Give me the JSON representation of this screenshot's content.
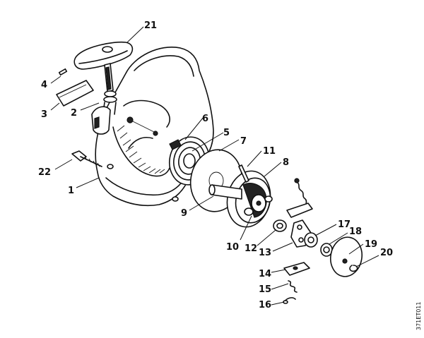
{
  "drawing_code": "371ET011",
  "labels": {
    "n1": "1",
    "n2": "2",
    "n3": "3",
    "n4": "4",
    "n5": "5",
    "n6": "6",
    "n7": "7",
    "n8": "8",
    "n9": "9",
    "n10": "10",
    "n11": "11",
    "n12": "12",
    "n13": "13",
    "n14": "14",
    "n15": "15",
    "n16": "16",
    "n17": "17",
    "n18": "18",
    "n19": "19",
    "n20": "20",
    "n21": "21",
    "n22": "22"
  }
}
